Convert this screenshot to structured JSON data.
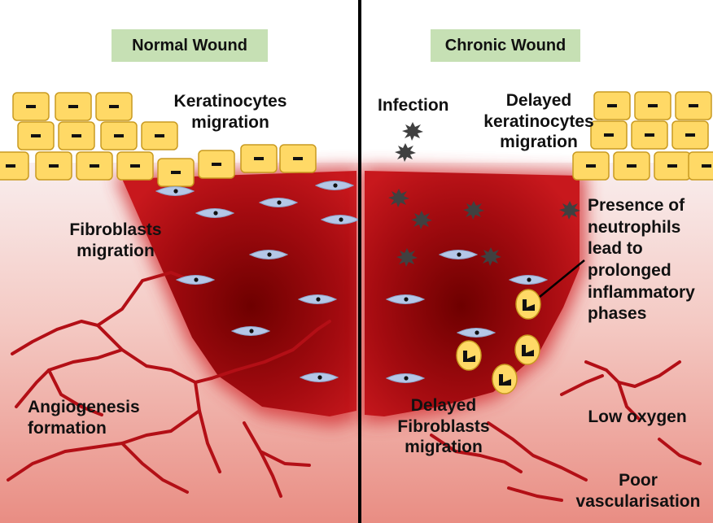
{
  "panels": {
    "normal": {
      "title": "Normal Wound",
      "labels": {
        "keratinocytes": "Keratinocytes\nmigration",
        "fibroblasts": "Fibroblasts\nmigration",
        "angiogenesis": "Angiogenesis\nformation"
      }
    },
    "chronic": {
      "title": "Chronic Wound",
      "labels": {
        "infection": "Infection",
        "delayed_keratinocytes": "Delayed\nkeratinocytes\nmigration",
        "neutrophils": "Presence of\nneutrophils\nlead to\nprolonged\ninflammatory\nphases",
        "delayed_fibroblasts": "Delayed\nFibroblasts\nmigration",
        "low_oxygen": "Low oxygen",
        "poor_vascularisation": "Poor\nvascularisation"
      }
    }
  },
  "colors": {
    "wound_center": "#8a0000",
    "wound_edge": "#c4141a",
    "tissue_top": "#f8ecec",
    "tissue_bottom": "#ea8f86",
    "keratinocyte": "#ffd966",
    "keratinocyte_border": "#c99a20",
    "fibroblast": "#b4c7e7",
    "neutrophil": "#ffd966",
    "bacteria": "#404040",
    "title_box": "#c6e0b4",
    "divider": "#000000"
  }
}
